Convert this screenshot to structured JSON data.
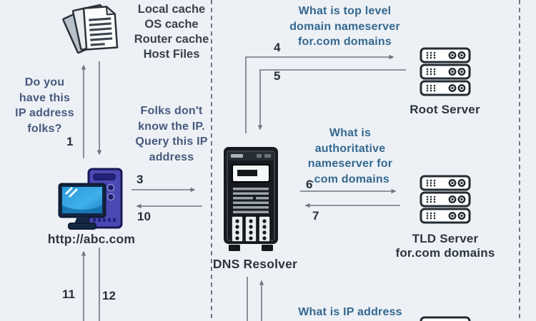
{
  "cache_note": {
    "lines": [
      "Local cache",
      "OS cache",
      "Router cache",
      "Host Files"
    ]
  },
  "client_question": {
    "lines": [
      "Do you",
      "have this",
      "IP address",
      "folks?"
    ]
  },
  "resolver_note": {
    "lines": [
      "Folks don't",
      "know the IP.",
      "Query this IP",
      "address"
    ]
  },
  "client": {
    "label": "http://abc.com"
  },
  "resolver": {
    "label": "DNS Resolver"
  },
  "root_query": {
    "lines": [
      "What is top level",
      "domain nameserver",
      "for.com domains"
    ]
  },
  "root_server": {
    "label": "Root Server"
  },
  "tld_query": {
    "lines": [
      "What is",
      "authoritative",
      "nameserver for",
      ".com domains"
    ]
  },
  "tld_server": {
    "lines": [
      "TLD Server",
      "for.com domains"
    ]
  },
  "ip_query": {
    "text": "What is IP address"
  },
  "steps": {
    "step1": "1",
    "step3": "3",
    "step4": "4",
    "step5": "5",
    "step6": "6",
    "step7": "7",
    "step10": "10",
    "step11": "11",
    "step12": "12"
  },
  "icons": {
    "cache": "documents-stack-icon",
    "client": "desktop-computer-icon",
    "resolver": "server-tower-icon",
    "root": "server-rack-icon",
    "tld": "server-rack-icon",
    "authoritative_partial": "server-rack-icon"
  },
  "colors": {
    "background": "#edf1f6",
    "query_text": "#34688f",
    "note_text": "#47597c",
    "label_text": "#2c343f",
    "arrow_line": "#6f7781",
    "dashed_separator": "#6e7884",
    "tower_fill": "#4a49b4",
    "screen_fill": "#2f9fdf"
  }
}
